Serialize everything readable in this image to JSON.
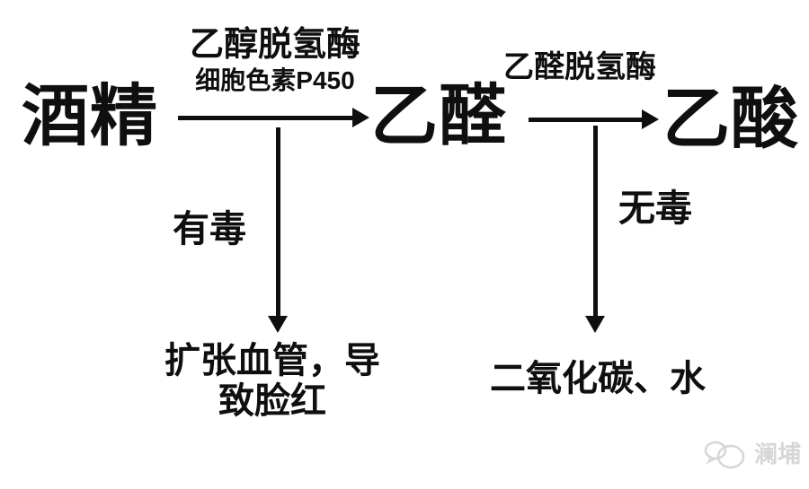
{
  "colors": {
    "ink": "#0f0f0f",
    "background": "#ffffff",
    "watermark": "#d6d6d6"
  },
  "nodes": {
    "alcohol": "酒精",
    "acetaldehyde": "乙醛",
    "acetic_acid": "乙酸"
  },
  "reaction1": {
    "enzyme_line1": "乙醇脱氢酶",
    "enzyme_line2": "细胞色素P450"
  },
  "reaction2": {
    "enzyme": "乙醛脱氢酶"
  },
  "branch_toxic": {
    "label": "有毒",
    "result_line1": "扩张血管，导",
    "result_line2": "致脸红"
  },
  "branch_nontoxic": {
    "label": "无毒",
    "result": "二氧化碳、水"
  },
  "watermark": {
    "text": "澜埔"
  }
}
